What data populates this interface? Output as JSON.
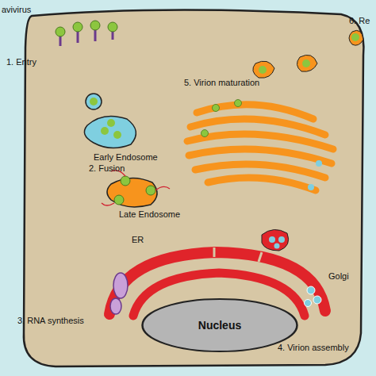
{
  "diagram": {
    "nodes": [
      {
        "text": [
          "Nucleus"
        ]
      }
    ],
    "labels": [
      "avivirus",
      "1. Entry",
      "Early Endosome",
      "2. Fusion",
      "Late Endosome",
      "5. Virion maturation",
      "6. Re",
      "ER",
      "3. RNA synthesis",
      "Golgi",
      "4. Virion assembly"
    ]
  }
}
